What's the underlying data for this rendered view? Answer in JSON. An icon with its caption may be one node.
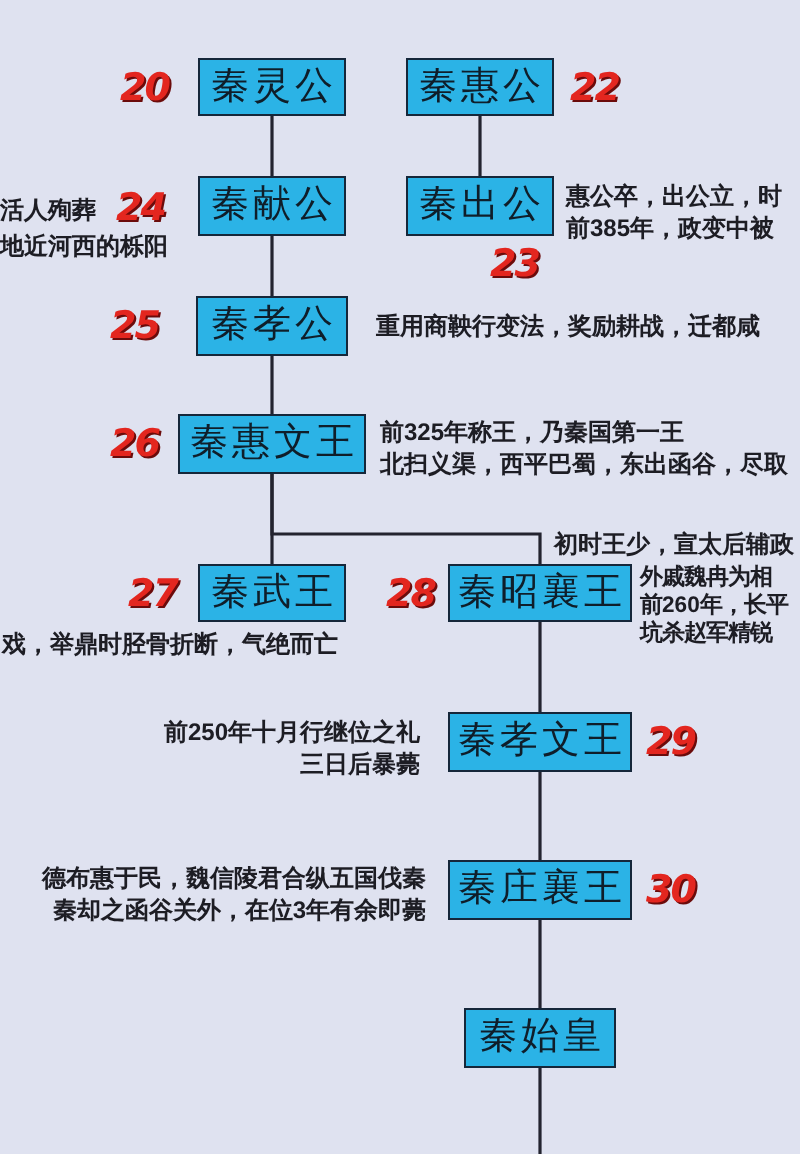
{
  "diagram": {
    "nodes": [
      {
        "text": [
          "秦灵公"
        ],
        "beside": [
          "20"
        ]
      },
      {
        "text": [
          "秦惠公"
        ],
        "beside": [
          "22"
        ]
      },
      {
        "text": [
          "秦献公"
        ],
        "beside": [
          "活人殉葬",
          "地近河西的栎阳",
          "24"
        ]
      },
      {
        "text": [
          "秦出公"
        ],
        "beside": [
          "惠公卒，出公立，时",
          "前385年，政变中被",
          "23"
        ]
      },
      {
        "text": [
          "秦孝公"
        ],
        "beside": [
          "25",
          "重用商鞅行变法，奖励耕战，迁都咸"
        ]
      },
      {
        "text": [
          "秦惠文王"
        ],
        "beside": [
          "26",
          "前325年称王，乃秦国第一王",
          "北扫义渠，西平巴蜀，东出函谷，尽取"
        ]
      },
      {
        "text": [
          "秦武王"
        ],
        "beside": [
          "27",
          "戏，举鼎时胫骨折断，气绝而亡"
        ]
      },
      {
        "text": [
          "秦昭襄王"
        ],
        "beside": [
          "初时王少，宣太后辅政",
          "28",
          "外戚魏冉为相",
          "前260年，长平",
          "坑杀赵军精锐"
        ]
      },
      {
        "text": [
          "秦孝文王"
        ],
        "beside": [
          "前250年十月行继位之礼",
          "三日后暴薨",
          "29"
        ]
      },
      {
        "text": [
          "秦庄襄王"
        ],
        "beside": [
          "德布惠于民，魏信陵君合纵五国伐秦",
          "秦却之函谷关外，在位3年有余即薨",
          "30"
        ]
      },
      {
        "text": [
          "秦始皇"
        ]
      }
    ],
    "edges": [
      {
        "from": 0,
        "to": 2,
        "arrow": "none"
      },
      {
        "from": 1,
        "to": 3,
        "arrow": "none"
      },
      {
        "from": 2,
        "to": 4,
        "arrow": "none"
      },
      {
        "from": 4,
        "to": 5,
        "arrow": "none"
      },
      {
        "from": 5,
        "to": 6,
        "arrow": "none"
      },
      {
        "from": 5,
        "to": 7,
        "arrow": "none"
      },
      {
        "from": 7,
        "to": 8,
        "arrow": "none"
      },
      {
        "from": 8,
        "to": 9,
        "arrow": "none"
      },
      {
        "from": 9,
        "to": 10,
        "arrow": "none"
      },
      {
        "from": 10,
        "to": null,
        "arrow": "none"
      }
    ]
  }
}
